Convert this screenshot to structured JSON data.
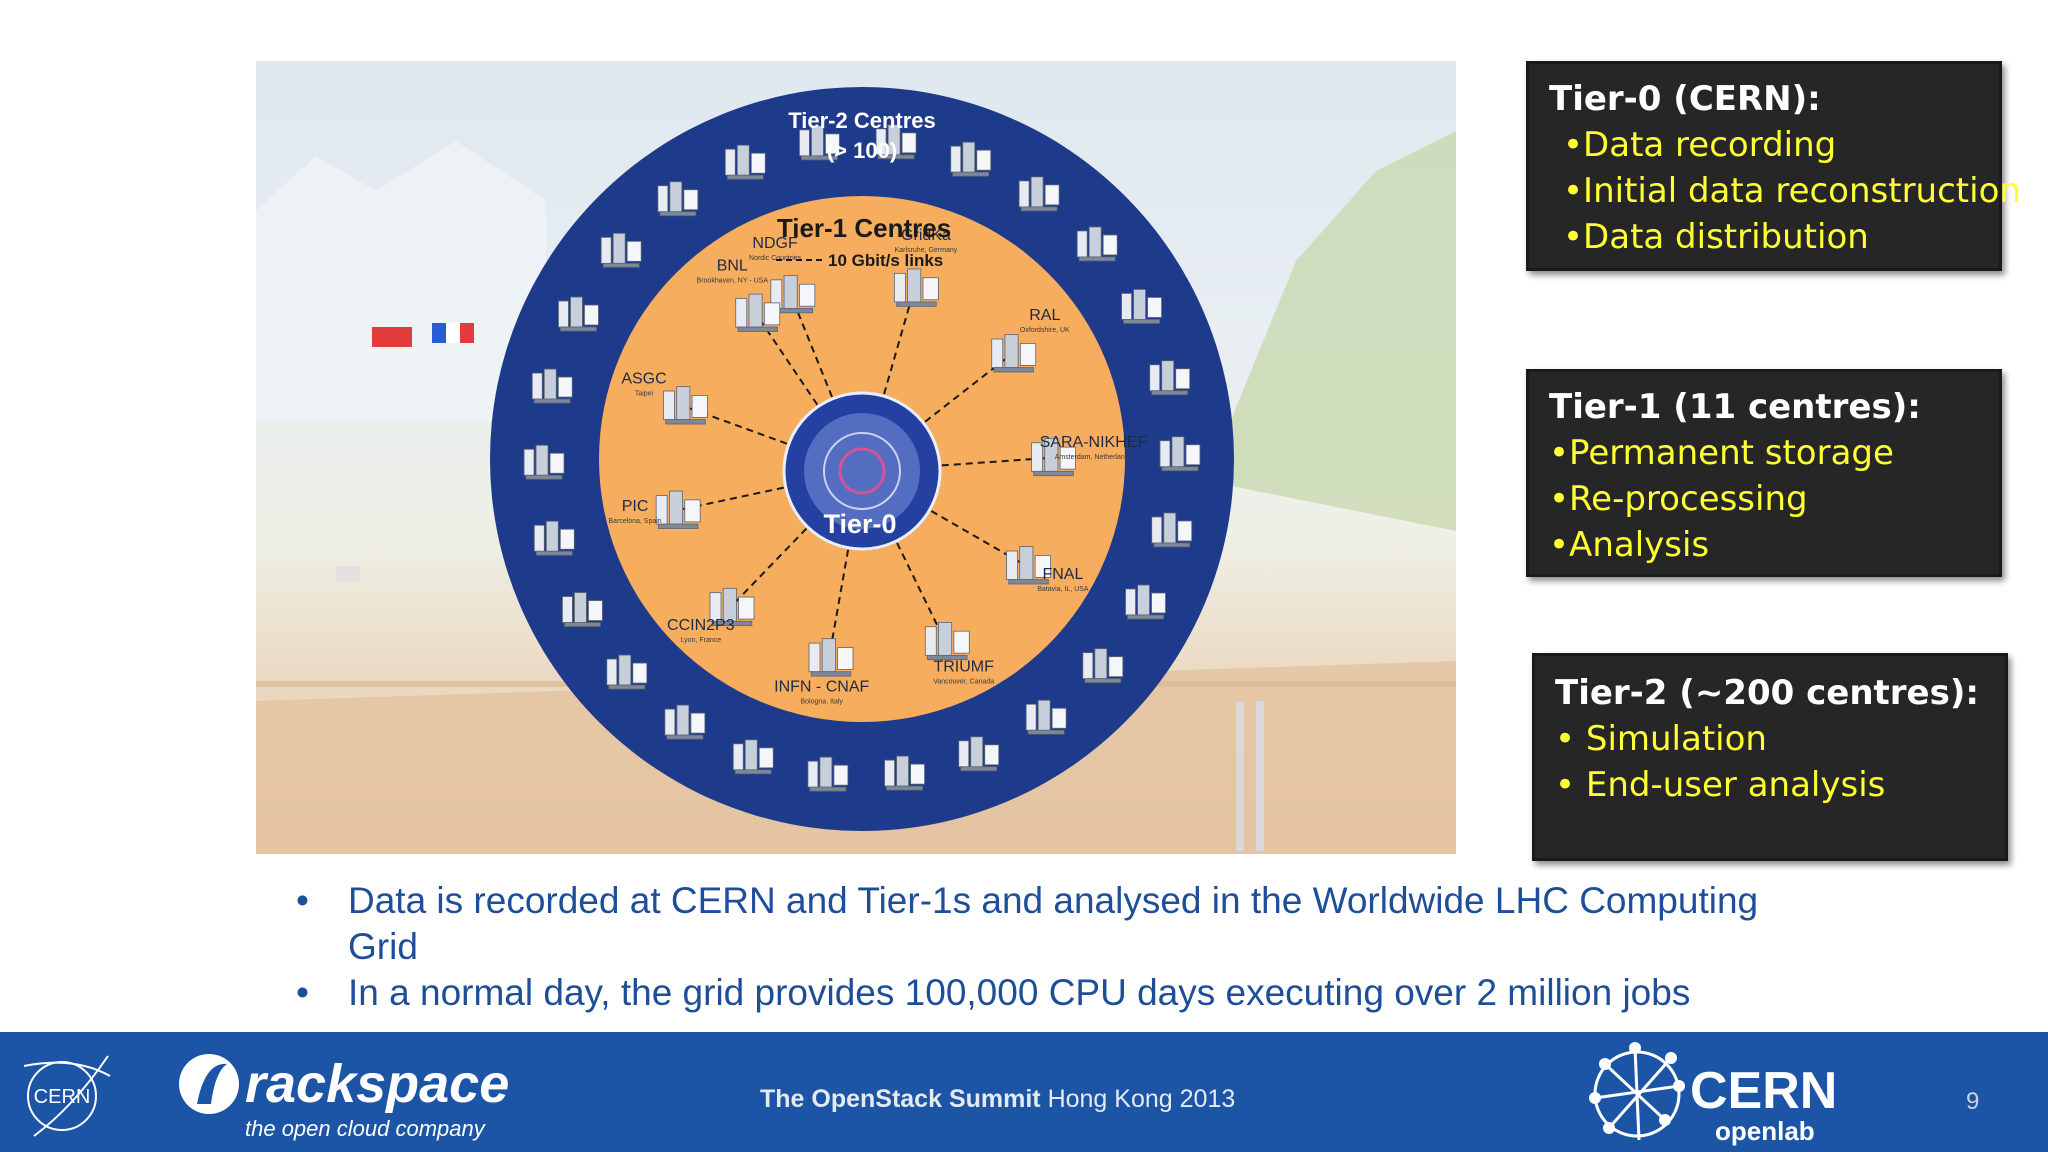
{
  "diagram": {
    "tier2_title": "Tier-2 Centres",
    "tier2_subtitle": "(> 100)",
    "tier1_title": "Tier-1 Centres",
    "links_label": "10 Gbit/s links",
    "tier0_label": "Tier-0",
    "centres": [
      {
        "name": "NDGF",
        "location": "Nordic Countries"
      },
      {
        "name": "GridKa",
        "location": "Karlsruhe, Germany"
      },
      {
        "name": "RAL",
        "location": "Oxfordshire, UK"
      },
      {
        "name": "SARA-NIKHEF",
        "location": "Amsterdam, Netherlands"
      },
      {
        "name": "FNAL",
        "location": "Batavia, IL, USA"
      },
      {
        "name": "TRIUMF",
        "location": "Vancouver, Canada"
      },
      {
        "name": "INFN - CNAF",
        "location": "Bologna, Italy"
      },
      {
        "name": "CCIN2P3",
        "location": "Lyon, France"
      },
      {
        "name": "PIC",
        "location": "Barcelona, Spain"
      },
      {
        "name": "ASGC",
        "location": "Taipei"
      },
      {
        "name": "BNL",
        "location": "Brookhaven, NY - USA"
      }
    ]
  },
  "tier_boxes": {
    "tier0": {
      "title": "Tier-0 (CERN):",
      "items": [
        "•Data recording",
        "•Initial data reconstruction",
        "•Data distribution"
      ]
    },
    "tier1": {
      "title": "Tier-1 (11 centres):",
      "items": [
        "•Permanent storage",
        "•Re-processing",
        "•Analysis"
      ]
    },
    "tier2": {
      "title": "Tier-2  (~200 centres):",
      "items": [
        "• Simulation",
        "• End-user analysis"
      ]
    }
  },
  "bullets": [
    "Data is recorded at CERN and Tier-1s and analysed in the Worldwide LHC Computing Grid",
    "In a normal day, the grid provides 100,000 CPU days executing over 2 million jobs"
  ],
  "footer": {
    "event_bold": "The OpenStack Summit",
    "event_rest": " Hong Kong 2013",
    "page_number": "9",
    "rackspace_name": "rackspace",
    "rackspace_tagline": "the open cloud company",
    "cern_logo_text": "CERN",
    "openlab_name": "CERN",
    "openlab_sub": "openlab"
  },
  "colors": {
    "tier2_ring": "#1e3a8a",
    "tier1_disk": "#f6ad5e",
    "tier0_core": "#2440a0",
    "box_text_yellow": "#ffff33",
    "bullet_blue": "#1f4e99",
    "footer_blue": "#1c55a6"
  }
}
